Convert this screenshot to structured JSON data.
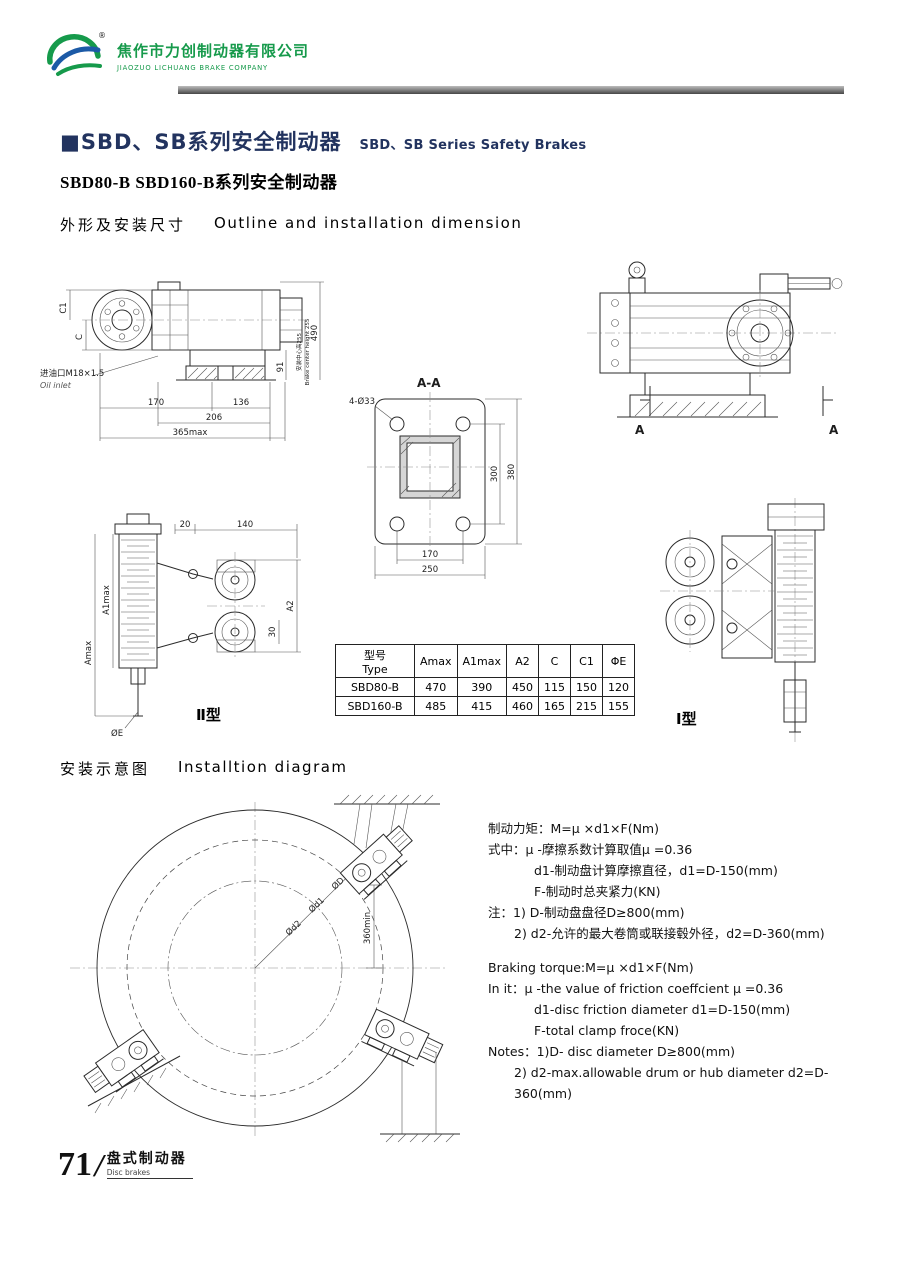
{
  "header": {
    "company_cn": "焦作市力创制动器有限公司",
    "company_en": "JIAOZUO LICHUANG BRAKE COMPANY",
    "reg_mark": "®"
  },
  "title": {
    "main_cn": "■SBD、SB系列安全制动器",
    "main_en": "SBD、SB  Series Safety Brakes",
    "sub": "SBD80-B SBD160-B系列安全制动器"
  },
  "sections": {
    "outline_cn": "外形及安装尺寸",
    "outline_en": "Outline and installation dimension",
    "install_cn": "安装示意图",
    "install_en": "Installtion diagram"
  },
  "drawings": {
    "side": {
      "c1": "C1",
      "c": "C",
      "h490": "490",
      "center_h_cn": "安装中心高255",
      "center_h_en": "Brake center height 255",
      "d91": "91",
      "oil_cn": "进油口M18×1.5",
      "oil_en": "Oil inlet",
      "d170": "170",
      "d136": "136",
      "d206": "206",
      "d365": "365max"
    },
    "front": {
      "a_left": "A",
      "a_right": "A"
    },
    "flange": {
      "title": "A-A",
      "holes": "4-Ø33",
      "d300": "300",
      "d380": "380",
      "d170": "170",
      "d250": "250"
    },
    "type2": {
      "d20": "20",
      "d140": "140",
      "a1max": "A1max",
      "amax": "Amax",
      "a2": "A2",
      "d30": "30",
      "oe": "ØE",
      "label": "Ⅱ型"
    },
    "type1": {
      "label": "Ⅰ型"
    },
    "install": {
      "dd": "ØD",
      "dd1": "Ød1",
      "dd2": "Ød2",
      "d360": "360min"
    }
  },
  "table": {
    "type_cn": "型号",
    "type_en": "Type",
    "headers": [
      "Amax",
      "A1max",
      "A2",
      "C",
      "C1",
      "ΦE"
    ],
    "rows": [
      [
        "SBD80-B",
        "470",
        "390",
        "450",
        "115",
        "150",
        "120"
      ],
      [
        "SBD160-B",
        "485",
        "415",
        "460",
        "165",
        "215",
        "155"
      ]
    ]
  },
  "formulas": {
    "cn": [
      "制动力矩：M=μ ×d1×F(Nm)",
      "式中：μ -摩擦系数计算取值μ =0.36",
      "d1-制动盘计算摩擦直径，d1=D-150(mm)",
      "F-制动时总夹紧力(KN)",
      "注：1) D-制动盘盘径D≥800(mm)",
      "2) d2-允许的最大卷筒或联接毂外径，d2=D-360(mm)"
    ],
    "en": [
      "Braking torque:M=μ ×d1×F(Nm)",
      "In it：μ -the value of friction coeffcient μ =0.36",
      "d1-disc friction diameter d1=D-150(mm)",
      "F-total clamp froce(KN)",
      "Notes：1)D- disc diameter D≥800(mm)",
      "2) d2-max.allowable drum or hub diameter d2=D-360(mm)"
    ]
  },
  "footer": {
    "page": "71",
    "slash": "/",
    "label_cn": "盘式制动器",
    "label_en": "Disc brakes"
  }
}
